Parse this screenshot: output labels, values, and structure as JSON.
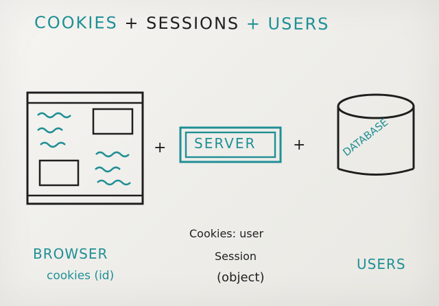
{
  "title": {
    "part1": "COOKIES",
    "plus1": "+",
    "part2": "SESSIONS",
    "plus2": "+",
    "part3": "USERS"
  },
  "diagram": {
    "plus_left": "+",
    "plus_right": "+",
    "server_label": "SERVER",
    "database_label": "DATABASE"
  },
  "labels": {
    "browser_title": "BROWSER",
    "browser_sub": "cookies (id)",
    "mid_line1": "Cookies: user",
    "mid_line2": "Session",
    "mid_line3": "(object)",
    "users": "USERS"
  },
  "colors": {
    "teal": "#1f8f95",
    "ink": "#1e1e1e"
  }
}
